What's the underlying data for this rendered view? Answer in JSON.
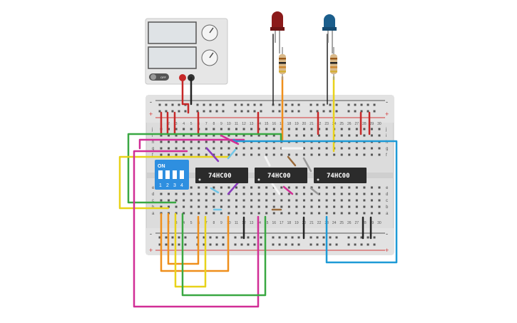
{
  "chips": [
    {
      "label": "74HC00"
    },
    {
      "label": "74HC00"
    },
    {
      "label": "74HC00"
    }
  ],
  "dip_switch": {
    "on_label": "ON",
    "numbers": [
      "1",
      "2",
      "3",
      "4"
    ]
  },
  "breadboard": {
    "column_numbers": [
      "1",
      "2",
      "3",
      "4",
      "5",
      "6",
      "7",
      "8",
      "9",
      "10",
      "11",
      "12",
      "13",
      "14",
      "15",
      "16",
      "17",
      "18",
      "19",
      "20",
      "21",
      "22",
      "23",
      "24",
      "25",
      "26",
      "27",
      "28",
      "29",
      "30"
    ],
    "row_letters_top": [
      "j",
      "i",
      "h",
      "g",
      "f"
    ],
    "row_letters_bottom": [
      "e",
      "d",
      "c",
      "b",
      "a"
    ],
    "rail_plus": "+",
    "rail_minus": "-"
  },
  "power_supply": {
    "off_label": "OFF"
  },
  "leds": [
    {
      "color": "#8b1a1a"
    },
    {
      "color": "#1b5e8c"
    }
  ],
  "colors": {
    "breadboard": "#dcdcdc",
    "rail_red": "#d43a3a",
    "rail_blue": "#3a5fd4",
    "chip": "#2b2b2b",
    "dip": "#2e8fe0"
  }
}
